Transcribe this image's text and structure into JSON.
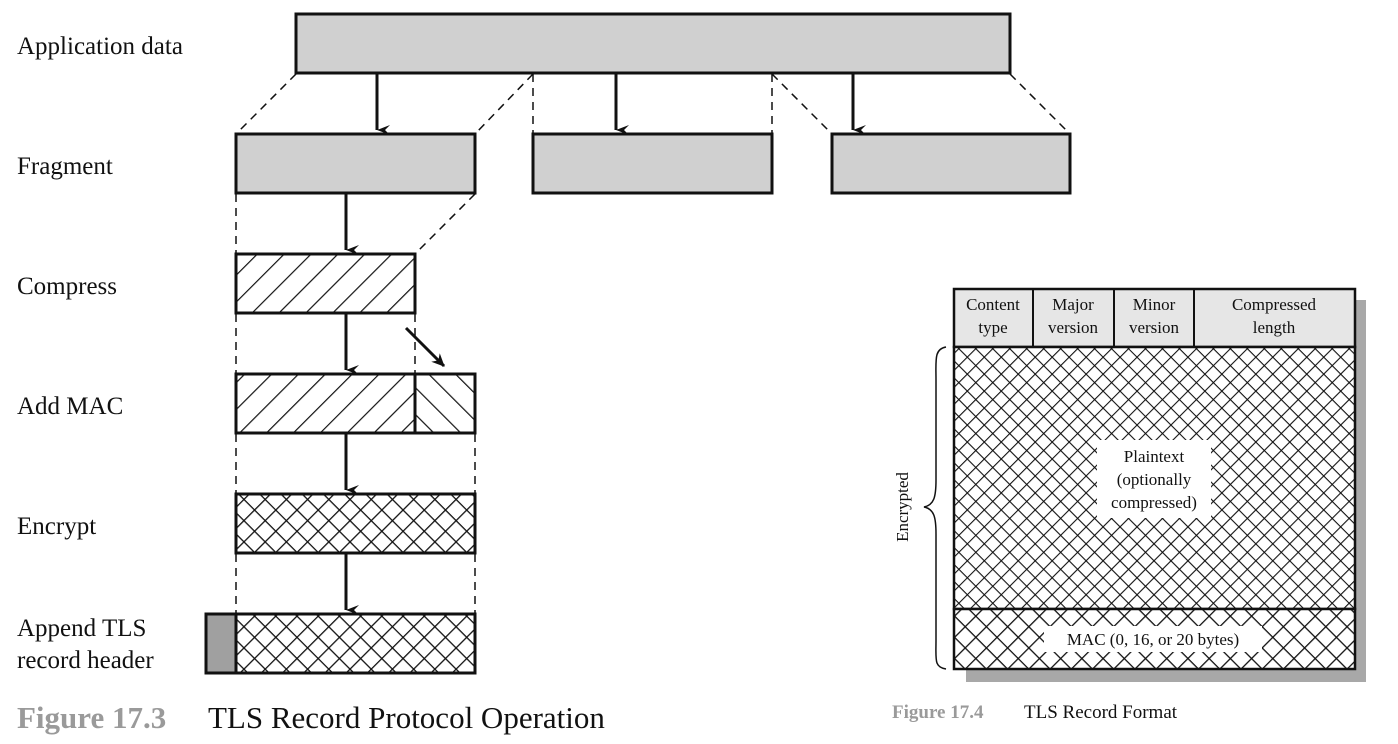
{
  "figure_17_3": {
    "steps": [
      "Application data",
      "Fragment",
      "Compress",
      "Add MAC",
      "Encrypt",
      "Append TLS",
      "record header"
    ],
    "caption_number": "Figure 17.3",
    "caption_title": "TLS Record Protocol Operation"
  },
  "figure_17_4": {
    "header_fields": [
      {
        "line1": "Content",
        "line2": "type"
      },
      {
        "line1": "Major",
        "line2": "version"
      },
      {
        "line1": "Minor",
        "line2": "version"
      },
      {
        "line1": "Compressed",
        "line2": "length"
      }
    ],
    "plaintext_lines": [
      "Plaintext",
      "(optionally",
      "compressed)"
    ],
    "mac_label": "MAC (0, 16, or 20 bytes)",
    "brace_label": "Encrypted",
    "caption_number": "Figure 17.4",
    "caption_title": "TLS Record Format"
  },
  "colors": {
    "box_fill": "#d0d0d0",
    "header_fill": "#e6e6e6",
    "tls_header_fill": "#a0a0a0",
    "shadow": "#a8a8a8",
    "caption_number": "#9a9a9a",
    "stroke": "#111111"
  }
}
